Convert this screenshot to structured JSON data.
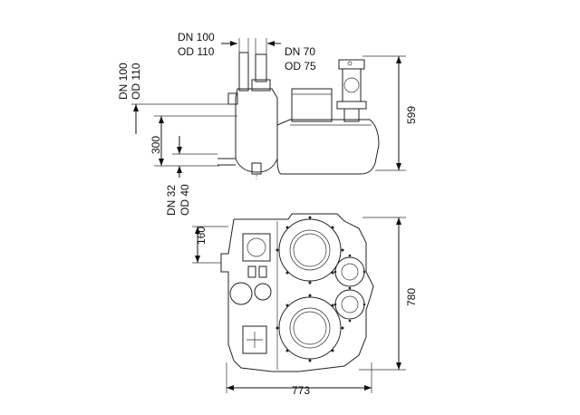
{
  "labels": {
    "inlet_top_dn": "DN 100",
    "inlet_top_od": "OD 110",
    "vent_dn": "DN 70",
    "vent_od": "OD 75",
    "side_inlet_dn": "DN 100",
    "side_inlet_od": "OD 110",
    "bottom_inlet_dn": "DN 32",
    "bottom_inlet_od": "OD 40",
    "dim_300": "300",
    "dim_599": "599",
    "dim_160": "160",
    "dim_780": "780",
    "dim_773": "773"
  }
}
